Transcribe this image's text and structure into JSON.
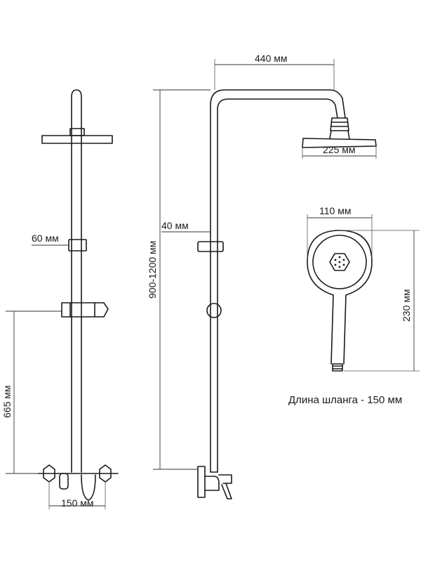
{
  "dimensions": {
    "top_width": "440 мм",
    "head_diameter": "225 мм",
    "hand_head_width": "110 мм",
    "rod_height": "900-1200 мм",
    "rod_diameter_right": "40 мм",
    "holder_left": "60 мм",
    "hand_length": "230 мм",
    "mixer_height": "665 мм",
    "mixer_spacing": "150 мм"
  },
  "hose_note": "Длина шланга - 150 мм",
  "colors": {
    "line": "#1a1a1a",
    "dimension": "#333333",
    "background": "#ffffff"
  }
}
